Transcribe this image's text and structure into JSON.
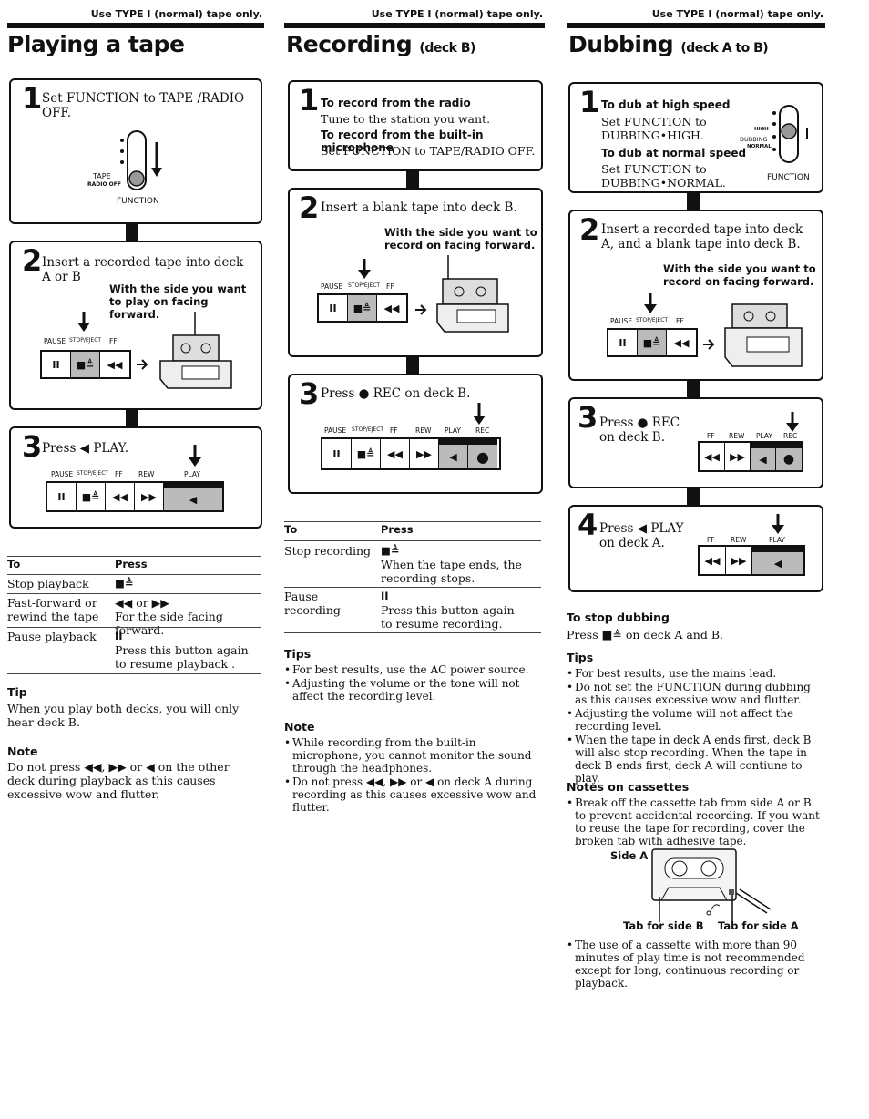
{
  "header_note": "Use TYPE I (normal) tape only.",
  "buttons": {
    "pause": "II",
    "stop": "■≜",
    "ff": "◀◀",
    "rew": "▶▶",
    "play": "◀",
    "rec_dot": "●"
  },
  "panel_labels": {
    "pause": "PAUSE",
    "stop_eject": "STOP/EJECT",
    "ff": "FF",
    "rew": "REW",
    "play": "PLAY",
    "rec": "REC"
  },
  "left": {
    "title": "Playing a tape",
    "step1": {
      "num": "1",
      "text": "Set FUNCTION to TAPE /RADIO OFF.",
      "tape_label": "TAPE",
      "radio_off_label": "RADIO OFF",
      "function_label": "FUNCTION"
    },
    "step2": {
      "num": "2",
      "text": "Insert a recorded tape into deck A or B",
      "note": "With the side you want to play on facing forward."
    },
    "step3": {
      "num": "3",
      "text": "Press ◀ PLAY."
    },
    "table": {
      "col1": "To",
      "col2": "Press",
      "rows": [
        {
          "to": "Stop playback",
          "press": "■≜",
          "desc": ""
        },
        {
          "to": "Fast-forward or rewind the tape",
          "press": "◀◀ or ▶▶",
          "desc": "For the side facing forward."
        },
        {
          "to": "Pause playback",
          "press": "II",
          "desc": "Press this button again to resume playback ."
        }
      ]
    },
    "tip_head": "Tip",
    "tip_text": "When you play both decks, you will only hear deck B.",
    "note_head": "Note",
    "note_text": "Do not press ◀◀, ▶▶ or ◀ on the other deck during playback as this causes excessive wow and flutter."
  },
  "mid": {
    "title": "Recording",
    "title_sub": "(deck B)",
    "step1": {
      "num": "1",
      "l1": "To record from the radio",
      "l2": "Tune to the station you want.",
      "l3": "To record from the built-in microphone",
      "l4": "Set FUNCTION to TAPE/RADIO OFF."
    },
    "step2": {
      "num": "2",
      "text": "Insert a blank tape into deck B.",
      "note": "With the side you want to record on facing forward."
    },
    "step3": {
      "num": "3",
      "text": "Press ● REC on deck B."
    },
    "table": {
      "col1": "To",
      "col2": "Press",
      "rows": [
        {
          "to": "Stop recording",
          "press": "■≜",
          "desc": "When the tape ends, the recording stops."
        },
        {
          "to": "Pause recording",
          "press": "II",
          "desc": "Press this button again to resume recording."
        }
      ]
    },
    "tips_head": "Tips",
    "tips": [
      "For best results, use the AC power source.",
      "Adjusting the volume or the tone will not affect the recording level."
    ],
    "note_head": "Note",
    "notes": [
      "While recording from the built-in microphone, you cannot monitor the sound through the headphones.",
      "Do not press ◀◀, ▶▶ or ◀ on deck A during recording as this causes excessive wow and flutter."
    ]
  },
  "right": {
    "title": "Dubbing",
    "title_sub": "(deck A to B)",
    "step1": {
      "num": "1",
      "l1": "To dub at high speed",
      "l2": "Set FUNCTION to DUBBING•HIGH.",
      "l3": "To dub at normal speed",
      "l4": "Set FUNCTION to DUBBING•NORMAL.",
      "high_label": "HIGH",
      "dubbing_label": "DUBBING",
      "normal_label": "NORMAL",
      "function_label": "FUNCTION"
    },
    "step2": {
      "num": "2",
      "text": "Insert a recorded tape into deck A, and a blank tape into deck B.",
      "note": "With the side you want to record on facing forward."
    },
    "step3": {
      "num": "3",
      "text": "Press ● REC on deck B."
    },
    "step4": {
      "num": "4",
      "text": "Press ◀ PLAY on deck A."
    },
    "stop_head": "To stop dubbing",
    "stop_text": "Press ■≜ on deck A and B.",
    "tips_head": "Tips",
    "tips": [
      "For best results, use the mains lead.",
      "Do not set the FUNCTION during dubbing as this causes excessive wow and flutter.",
      "Adjusting the volume will not affect the recording level.",
      "When the tape in deck A ends first, deck B will also stop recording. When the tape in deck B ends first, deck A will contiune to play."
    ],
    "cass_head": "Notes on cassettes",
    "cass_notes": [
      "Break off the cassette tab from side A or B to prevent accidental recording. If you want to reuse the tape for recording, cover the broken tab with adhesive tape."
    ],
    "side_a": "Side A",
    "tab_b": "Tab for side B",
    "tab_a": "Tab for side A",
    "last_note": "The use of a cassette with more than 90 minutes of play time is not recommended except for long, continuous recording or playback."
  }
}
